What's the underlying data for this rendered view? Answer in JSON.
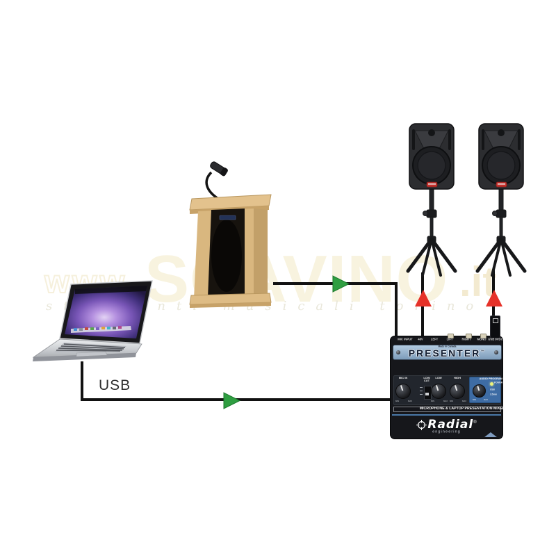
{
  "watermark": {
    "www": "www.",
    "brand": "SCAVINO",
    "tld": ".it",
    "tagline": "strumenti musicali torino"
  },
  "connections": {
    "usb_label": "USB"
  },
  "mixer": {
    "made_in": "Made in Canada",
    "model": "PRESENTER",
    "trademark": "™",
    "top_labels": [
      "MIC INPUT",
      "48V",
      "LEFT",
      "LIFT",
      "RIGHT",
      "MONO",
      "USB 9VDC"
    ],
    "channels": [
      {
        "label": "MIC IN"
      },
      {
        "label": "LOW CUT"
      },
      {
        "label": "LOW"
      },
      {
        "label": "HIGH"
      }
    ],
    "knob_min": "MIN",
    "knob_max": "MAX",
    "audio_program": {
      "title": "AUDIO PROGRAM",
      "power_label": "POWER",
      "input_usb": "USB",
      "input_aux": "3.5mm"
    },
    "strip_text": "MICROPHONE & LAPTOP PRESENTATION MIXER",
    "brand": "Radial",
    "brand_reg": "®",
    "brand_sub": "engineering"
  },
  "colors": {
    "arrow_green": "#2f9e41",
    "arrow_red": "#e63229",
    "cable_black": "#111111",
    "mixer_band_blue": "#8fb3d4",
    "audio_program_blue": "#3e6ca4",
    "power_led": "#ecf27a",
    "podium_wood": "#d9b77f",
    "watermark_cream": "#f8f3df"
  }
}
